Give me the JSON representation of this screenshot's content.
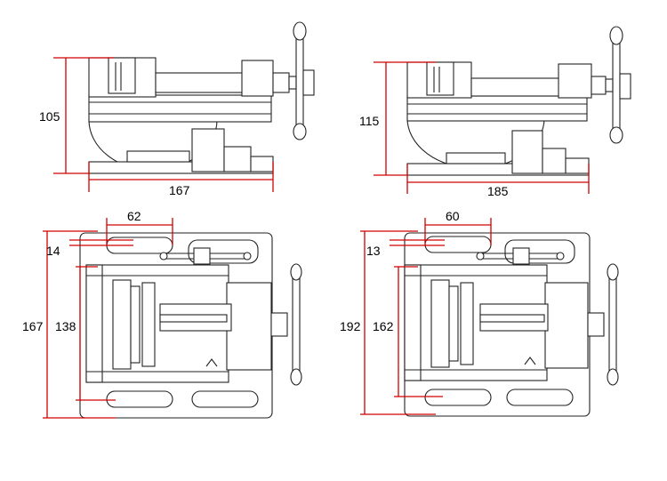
{
  "views": [
    {
      "id": "side-view-small",
      "height_label": "105",
      "width_label": "167"
    },
    {
      "id": "side-view-large",
      "height_label": "115",
      "width_label": "185"
    },
    {
      "id": "top-view-small",
      "slot_spacing_label": "62",
      "slot_width_label": "14",
      "height_label": "167",
      "inner_height_label": "138"
    },
    {
      "id": "top-view-large",
      "slot_spacing_label": "60",
      "slot_width_label": "13",
      "height_label": "192",
      "inner_height_label": "162"
    }
  ],
  "colors": {
    "dimension": "#d10000",
    "outline": "#222222",
    "background": "#ffffff"
  }
}
